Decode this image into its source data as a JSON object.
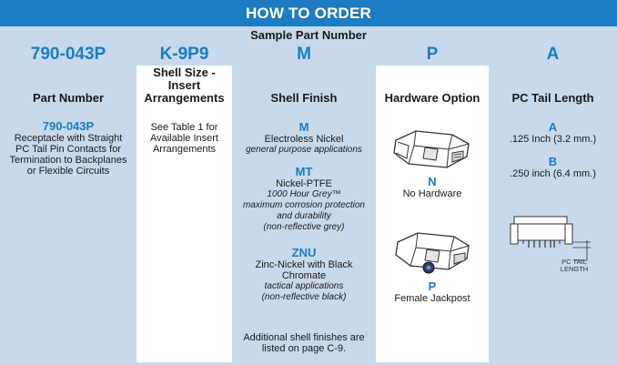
{
  "title": "HOW TO ORDER",
  "sample_label": "Sample Part Number",
  "codes": [
    "790-043P",
    "K-9P9",
    "M",
    "P",
    "A"
  ],
  "headers": {
    "part_number": "Part Number",
    "shell_size": "Shell Size -\nInsert\nArrangements",
    "shell_finish": "Shell Finish",
    "hardware_option": "Hardware Option",
    "pc_tail_length": "PC Tail Length"
  },
  "part": {
    "code": "790-043P",
    "desc": [
      "Receptacle with Straight",
      "PC Tail Pin Contacts for",
      "Termination to Backplanes",
      "or Flexible Circuits"
    ]
  },
  "shell_size": {
    "desc": [
      "See Table 1 for",
      "Available Insert",
      "Arrangements"
    ]
  },
  "finish": {
    "m_code": "M",
    "m_name": "Electroless Nickel",
    "m_note": "general purpose applications",
    "mt_code": "MT",
    "mt_name": "Nickel-PTFE",
    "mt_notes": [
      "1000 Hour Grey™",
      "maximum corrosion protection",
      "and durability",
      "(non-reflective grey)"
    ],
    "znu_code": "ZNU",
    "znu_name": [
      "Zinc-Nickel with Black",
      "Chromate"
    ],
    "znu_notes": [
      "tactical applications",
      "(non-reflective black)"
    ],
    "additional": [
      "Additional shell finishes are",
      "listed on page C-9."
    ]
  },
  "hardware": {
    "n_code": "N",
    "n_label": "No Hardware",
    "p_code": "P",
    "p_label": "Female Jackpost"
  },
  "tail": {
    "a_code": "A",
    "a_desc": ".125 Inch (3.2 mm.)",
    "b_code": "B",
    "b_desc": ".250 inch (6.4 mm.)",
    "callout": [
      "PC TAIL",
      "LENGTH"
    ]
  },
  "colors": {
    "accent": "#1d7cc2",
    "shade": "#c8d9ec"
  }
}
